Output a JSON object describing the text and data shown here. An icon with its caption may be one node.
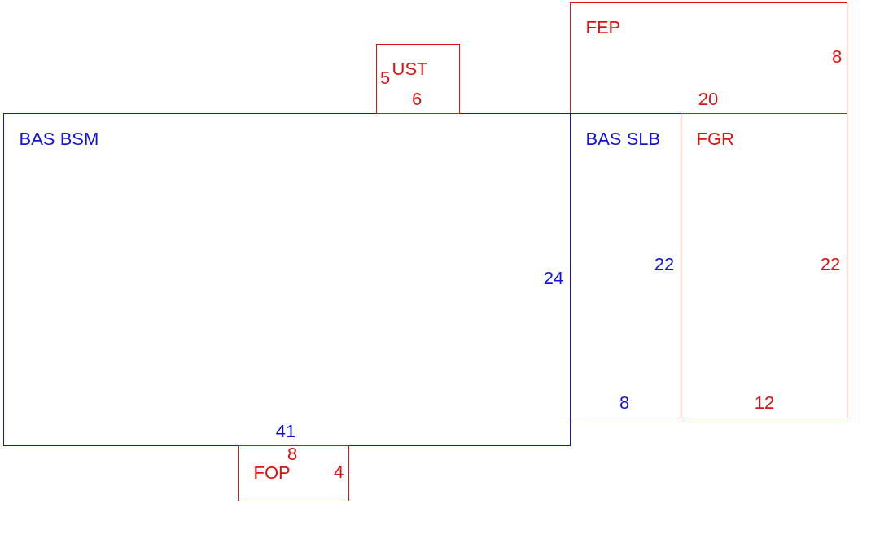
{
  "diagram": {
    "nodes": [
      {
        "text": [
          "BAS BSM"
        ]
      },
      {
        "text": [
          "UST"
        ]
      },
      {
        "text": [
          "FEP"
        ]
      },
      {
        "text": [
          "BAS SLB"
        ]
      },
      {
        "text": [
          "FGR"
        ]
      },
      {
        "text": [
          "FOP"
        ]
      }
    ],
    "labels": [
      "8",
      "5",
      "6",
      "20",
      "22",
      "22",
      "24",
      "8",
      "12",
      "41",
      "8",
      "4"
    ]
  }
}
